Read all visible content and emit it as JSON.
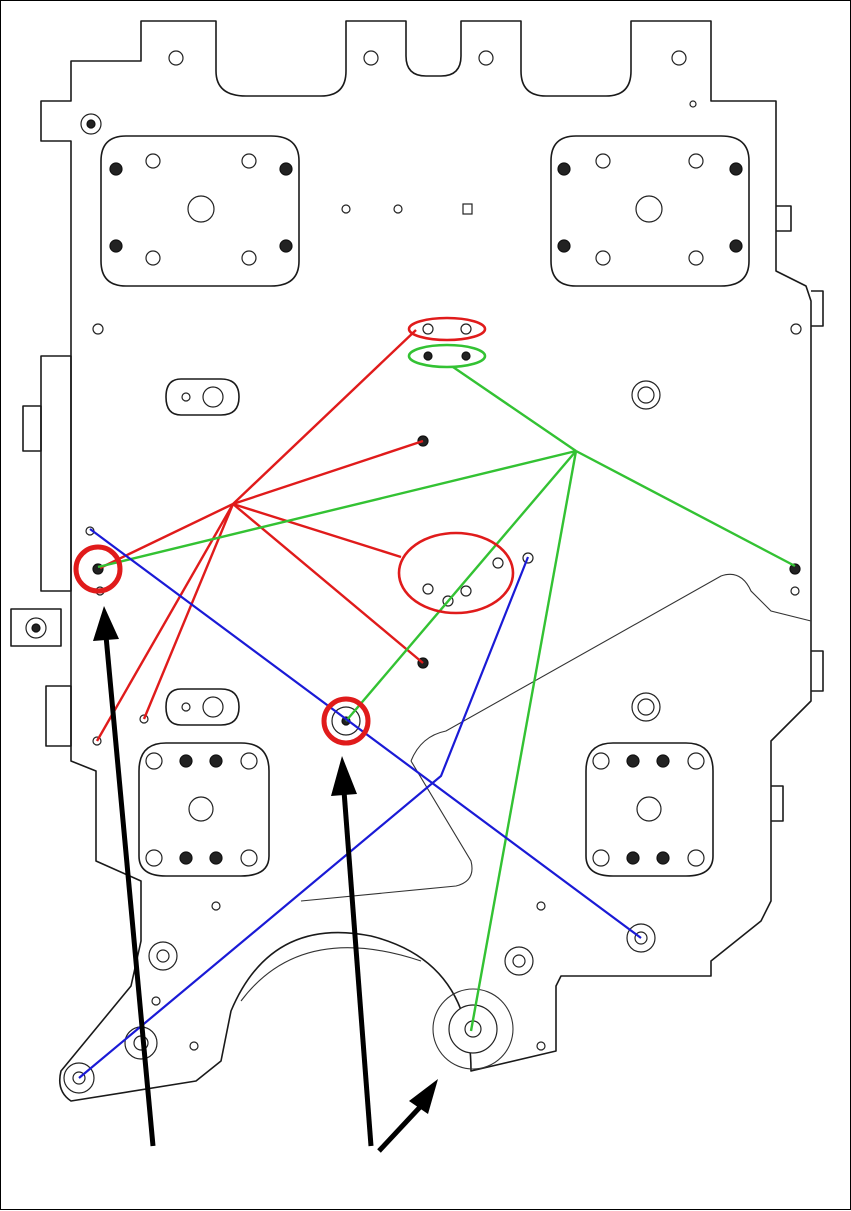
{
  "colors": {
    "red_group": "#e01b1b",
    "green_group": "#33c233",
    "blue_group": "#1a1ad6",
    "arrow": "#000000",
    "outline": "#1a1a1a",
    "highlight_ring": "#e01b1b"
  },
  "connection_groups": [
    {
      "name": "red",
      "color_key": "red_group"
    },
    {
      "name": "green",
      "color_key": "green_group"
    },
    {
      "name": "blue",
      "color_key": "blue_group"
    }
  ],
  "highlights": [
    "left-hole-ring",
    "center-hole-ring"
  ],
  "arrows": [
    "left-arrow",
    "middle-arrow",
    "right-arrow"
  ]
}
